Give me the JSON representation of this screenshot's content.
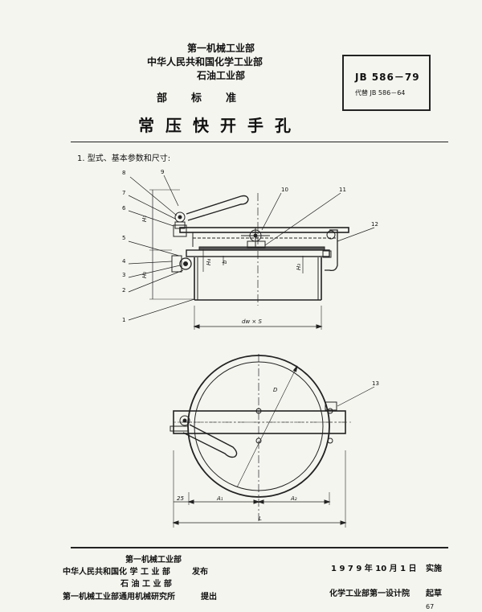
{
  "header": {
    "ministries": [
      "第一机械工业部",
      "中华人民共和国化学工业部",
      "石油工业部"
    ],
    "standard_label": "部标准",
    "title": "常压快开手孔",
    "standard_code": "JB 586－79",
    "replaces": "代替 JB 586－64"
  },
  "section": {
    "heading": "1. 型式、基本参数和尺寸:"
  },
  "drawing": {
    "callouts": [
      "1",
      "2",
      "3",
      "4",
      "5",
      "6",
      "7",
      "8",
      "9",
      "10",
      "11",
      "12",
      "13"
    ],
    "dims": {
      "h1": "H₁",
      "h2": "H₂",
      "h3": "H₃",
      "h4": "H₄",
      "b": "b",
      "dwS": "dw × S",
      "D": "D",
      "d25": "25",
      "A1": "A₁",
      "A2": "A₂",
      "L": "L"
    }
  },
  "footer": {
    "ministries": [
      "第一机械工业部",
      "中华人民共和国化 学 工 业 部",
      "石 油 工 业 部"
    ],
    "issue": "发布",
    "proposer": "第一机械工业部通用机械研究所",
    "propose": "提出",
    "date": "1 9 7 9 年 10 月 1 日",
    "effective": "实施",
    "drafter": "化学工业部第一设计院",
    "draft": "起草",
    "page": "67"
  }
}
